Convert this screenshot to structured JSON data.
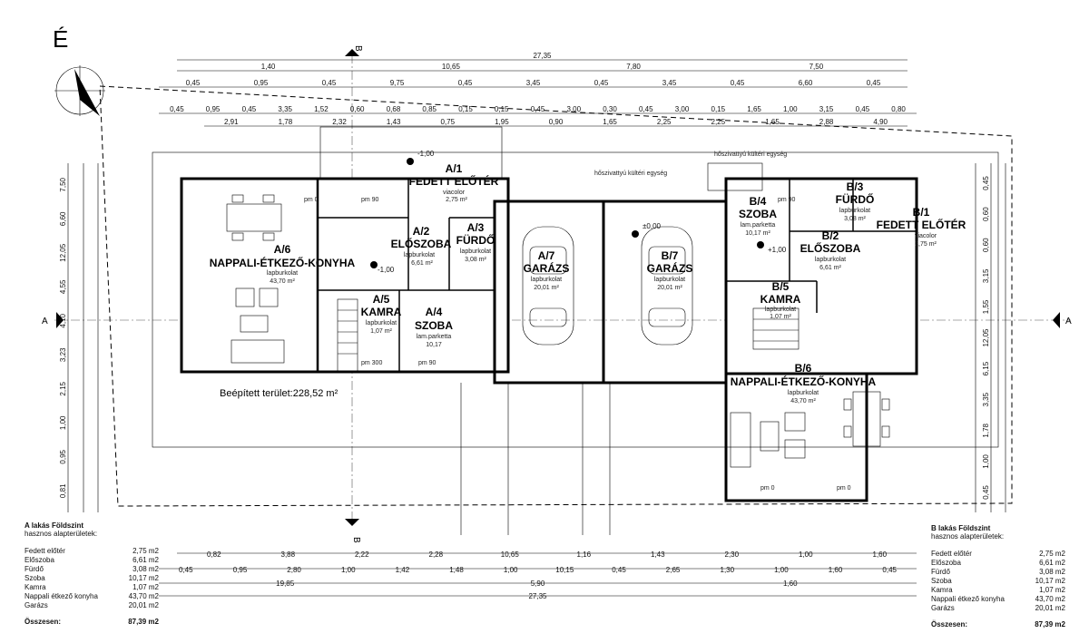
{
  "north_label": "É",
  "section_b": "B",
  "section_a": "A",
  "built_area": "Beépített terület:228,52 m²",
  "rooms": {
    "a1": {
      "code": "A/1",
      "name": "FEDETT ELŐTÉR",
      "finish": "viacolor",
      "area": "2,75 m²"
    },
    "a2": {
      "code": "A/2",
      "name": "ELŐSZOBA",
      "finish": "lapburkolat",
      "area": "6,61 m²"
    },
    "a3": {
      "code": "A/3",
      "name": "FÜRDŐ",
      "finish": "lapburkolat",
      "area": "3,08 m²"
    },
    "a4": {
      "code": "A/4",
      "name": "SZOBA",
      "finish": "lam.parketta",
      "area": "10,17"
    },
    "a5": {
      "code": "A/5",
      "name": "KAMRA",
      "finish": "lapburkolat",
      "area": "1,07 m²"
    },
    "a6": {
      "code": "A/6",
      "name": "NAPPALI-ÉTKEZŐ-KONYHA",
      "finish": "lapburkolat",
      "area": "43,70 m²"
    },
    "a7": {
      "code": "A/7",
      "name": "GARÁZS",
      "finish": "lapburkolat",
      "area": "20,01 m²"
    },
    "b1": {
      "code": "B/1",
      "name": "FEDETT ELŐTÉR",
      "finish": "viacolor",
      "area": "2,75 m²"
    },
    "b2": {
      "code": "B/2",
      "name": "ELŐSZOBA",
      "finish": "lapburkolat",
      "area": "6,61 m²"
    },
    "b3": {
      "code": "B/3",
      "name": "FÜRDŐ",
      "finish": "lapburkolat",
      "area": "3,08 m²"
    },
    "b4": {
      "code": "B/4",
      "name": "SZOBA",
      "finish": "lam.parketta",
      "area": "10,17 m²"
    },
    "b5": {
      "code": "B/5",
      "name": "KAMRA",
      "finish": "lapburkolat",
      "area": "1,07 m²"
    },
    "b6": {
      "code": "B/6",
      "name": "NAPPALI-ÉTKEZŐ-KONYHA",
      "finish": "lapburkolat",
      "area": "43,70 m²"
    },
    "b7": {
      "code": "B/7",
      "name": "GARÁZS",
      "finish": "lapburkolat",
      "area": "20,01 m²"
    }
  },
  "levels": {
    "minus100": "-1,00",
    "zero": "±0,00",
    "plus100": "+1,00"
  },
  "heat_pump_left": "hőszivattyú kültéri egység",
  "heat_pump_right": "hőszivattyú kültéri egység",
  "top_dims": {
    "row1": [
      "27,35"
    ],
    "row2": [
      "1,40",
      "10,65",
      "7,80",
      "7,50"
    ],
    "row3": [
      "0,45",
      "0,95",
      "0,45",
      "9,75",
      "0,45",
      "3,45",
      "0,45",
      "3,45",
      "0,45",
      "6,60",
      "0,45"
    ],
    "row4": [
      "0,45",
      "0,95",
      "0,45",
      "3,35",
      "1,52",
      "0,60",
      "0,68",
      "0,85",
      "0,15",
      "0,15",
      "0,45",
      "3,00",
      "0,30",
      "0,45",
      "3,00",
      "0,15",
      "1,65",
      "1,00",
      "3,15",
      "0,45",
      "0,80"
    ],
    "row5": [
      "2,91",
      "1,78",
      "2,32",
      "1,43",
      "0,75",
      "1,95",
      "0,90",
      "1,65",
      "2,25",
      "2,25",
      "1,65",
      "2,88",
      "4,90"
    ]
  },
  "bottom_dims": {
    "row1": [
      "0,82",
      "3,88",
      "2,22",
      "2,28",
      "10,65",
      "1,16",
      "1,43",
      "2,30",
      "1,00",
      "1,60"
    ],
    "row2": [
      "0,45",
      "0,95",
      "2,80",
      "1,00",
      "1,42",
      "1,48",
      "1,00",
      "10,15",
      "0,45",
      "2,65",
      "1,30",
      "1,00",
      "1,60",
      "0,45"
    ],
    "row3": [
      "19,85",
      "5,90",
      "1,60"
    ],
    "row4": [
      "27,35"
    ]
  },
  "left_dims": [
    "7,50",
    "6,60",
    "12,05",
    "4,55",
    "4,10",
    "3,23",
    "2,15",
    "1,00",
    "0,95",
    "0,81"
  ],
  "right_dims": [
    "0,45",
    "0,60",
    "0,60",
    "3,15",
    "1,55",
    "12,05",
    "6,15",
    "3,35",
    "1,78",
    "1,00",
    "0,45"
  ],
  "table_a": {
    "heading": "A lakás Földszint",
    "sub": "hasznos alapterületek:",
    "rows": [
      {
        "name": "Fedett előtér",
        "value": "2,75 m2"
      },
      {
        "name": "Előszoba",
        "value": "6,61 m2"
      },
      {
        "name": "Fürdő",
        "value": "3,08 m2"
      },
      {
        "name": "Szoba",
        "value": "10,17 m2"
      },
      {
        "name": "Kamra",
        "value": "1,07 m2"
      },
      {
        "name": "Nappali étkező konyha",
        "value": "43,70 m2"
      },
      {
        "name": "Garázs",
        "value": "20,01 m2"
      }
    ],
    "total_label": "Összesen:",
    "total_value": "87,39 m2"
  },
  "table_b": {
    "heading": "B lakás Földszint",
    "sub": "hasznos alapterületek:",
    "rows": [
      {
        "name": "Fedett előtér",
        "value": "2,75 m2"
      },
      {
        "name": "Előszoba",
        "value": "6,61 m2"
      },
      {
        "name": "Fürdő",
        "value": "3,08 m2"
      },
      {
        "name": "Szoba",
        "value": "10,17 m2"
      },
      {
        "name": "Kamra",
        "value": "1,07 m2"
      },
      {
        "name": "Nappali étkező konyha",
        "value": "43,70 m2"
      },
      {
        "name": "Garázs",
        "value": "20,01 m2"
      }
    ],
    "total_label": "Összesen:",
    "total_value": "87,39 m2"
  },
  "misc_labels": {
    "pm0": "pm 0",
    "pm90": "pm 90",
    "pm300": "pm 300"
  }
}
